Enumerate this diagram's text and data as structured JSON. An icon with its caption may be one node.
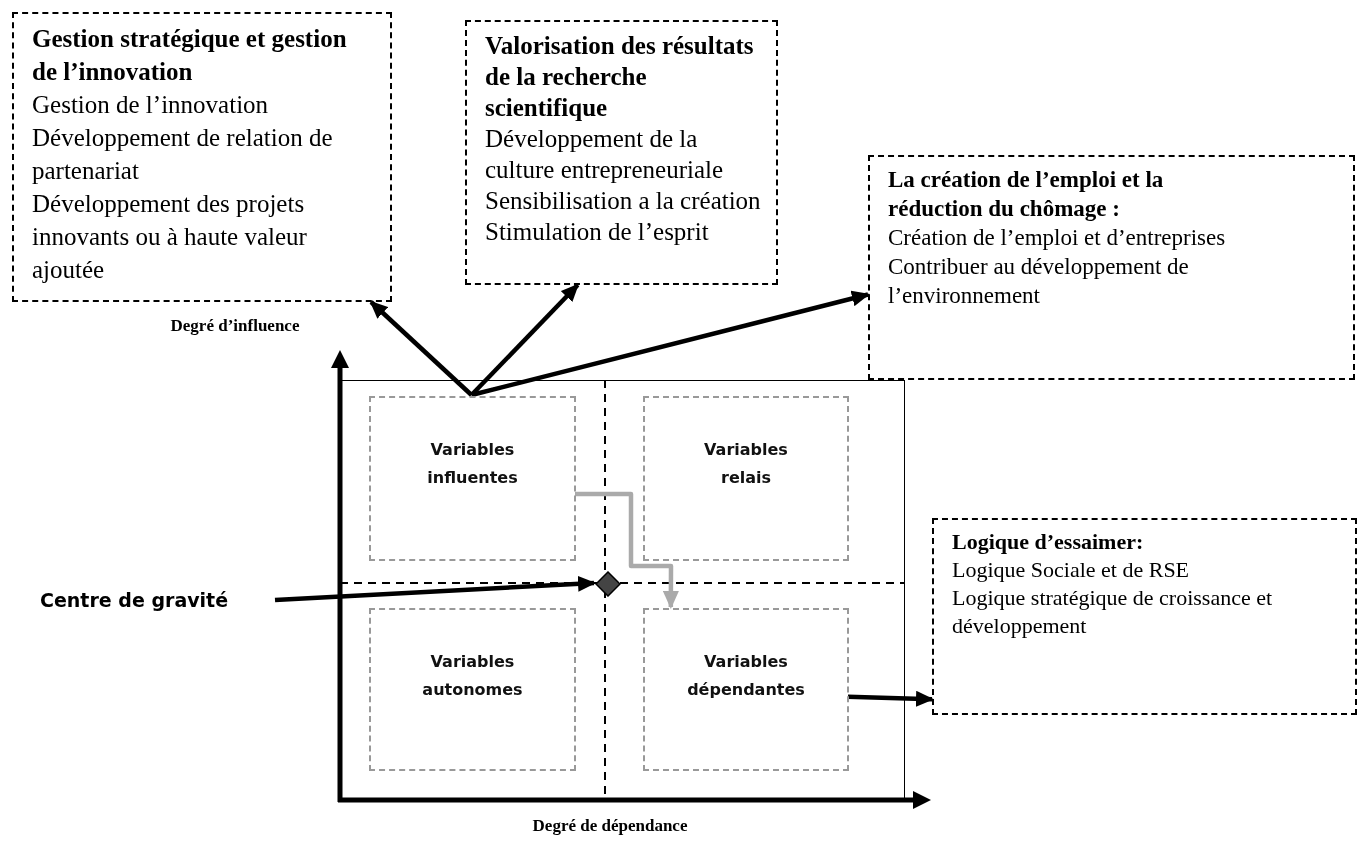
{
  "diagram": {
    "nodes": [
      {
        "text": [
          "Gestion stratégique et gestion de l’innovation",
          "Gestion de l’innovation",
          "Développement de relation de partenariat",
          "Développement des projets innovants ou à haute valeur ajoutée"
        ]
      },
      {
        "text": [
          "Valorisation des résultats de la recherche scientifique",
          "Développement de la culture entrepreneuriale",
          "Sensibilisation a la création",
          "Stimulation de l’esprit"
        ]
      },
      {
        "text": [
          "La création de l’emploi et la réduction du chômage :",
          "Création de l’emploi et d’entreprises",
          "Contribuer au développement de l’environnement"
        ]
      },
      {
        "text": [],
        "shape": "box"
      },
      {
        "text": [
          "Variables influentes"
        ],
        "in": 3
      },
      {
        "text": [
          "Variables relais"
        ],
        "in": 3
      },
      {
        "text": [
          "Centre de gravité"
        ]
      },
      {
        "text": [],
        "shape": "diamond",
        "in": 3
      },
      {
        "text": [
          "Variables autonomes"
        ],
        "in": 3
      },
      {
        "text": [
          "Variables dépendantes"
        ],
        "in": 3
      },
      {
        "text": [
          "Logique d’essaimer:",
          "Logique Sociale et de RSE",
          "Logique stratégique de croissance et développement"
        ]
      }
    ],
    "edges": [
      {
        "from": 4,
        "to": 0,
        "arrow": "to"
      },
      {
        "from": 4,
        "to": 1,
        "arrow": "to"
      },
      {
        "from": 4,
        "to": 2,
        "arrow": "to"
      },
      {
        "from": 4,
        "to": 9,
        "arrow": "to",
        "color": "#aaaaaa"
      },
      {
        "from": 6,
        "to": 7,
        "arrow": "to"
      },
      {
        "from": 9,
        "to": 10,
        "arrow": "to"
      }
    ],
    "labels": [
      "Degré d’influence",
      "Degré de dépendance"
    ]
  }
}
